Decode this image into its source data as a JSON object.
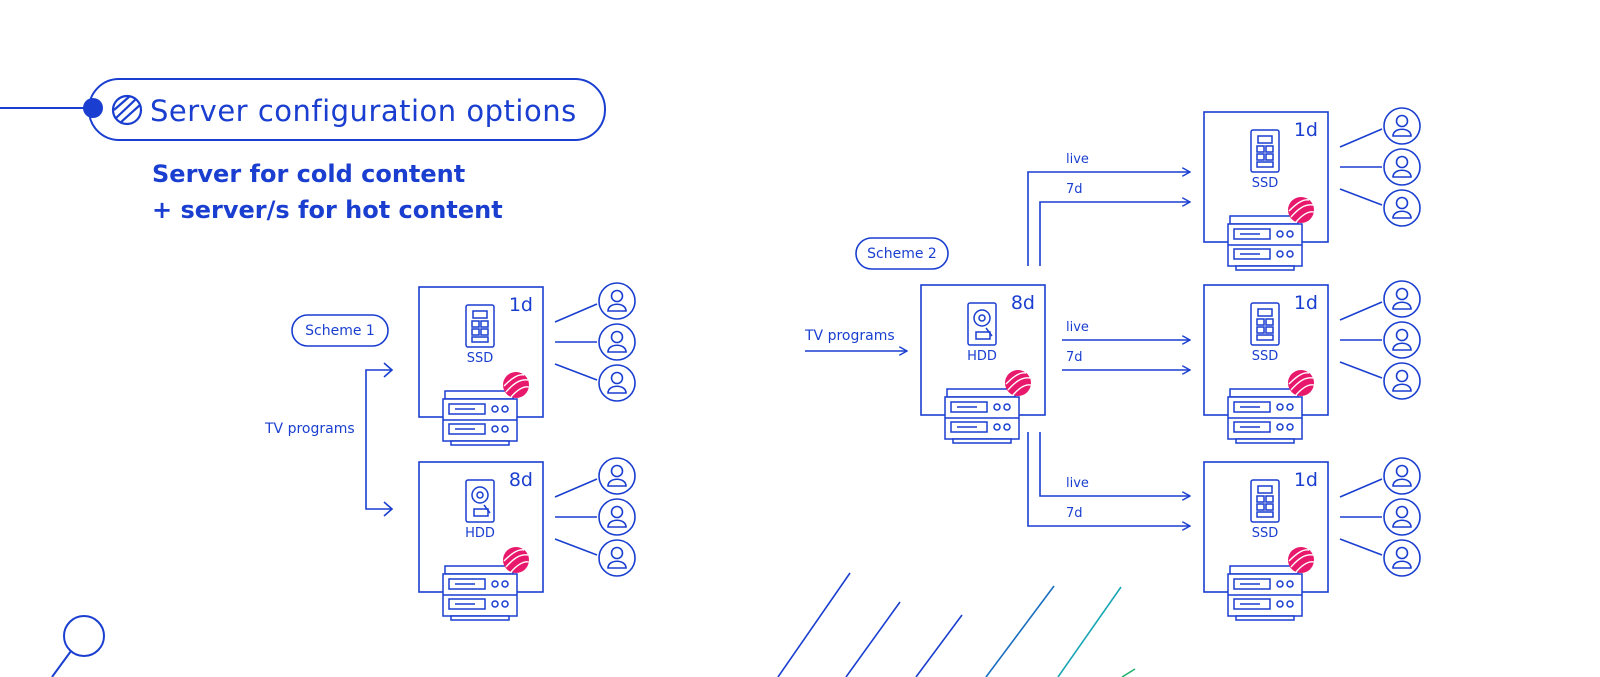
{
  "header": {
    "title": "Server configuration options",
    "subtitle_line1": "Server for cold content",
    "subtitle_line2": "+ server/s for hot content"
  },
  "scheme1": {
    "label": "Scheme 1",
    "input_label": "TV programs",
    "servers": [
      {
        "storage": "SSD",
        "retention": "1d",
        "storage_icon": "ssd-icon"
      },
      {
        "storage": "HDD",
        "retention": "8d",
        "storage_icon": "hdd-icon"
      }
    ]
  },
  "scheme2": {
    "label": "Scheme 2",
    "input_label": "TV programs",
    "origin": {
      "storage": "HDD",
      "retention": "8d",
      "storage_icon": "hdd-icon"
    },
    "links": [
      {
        "a": "live",
        "b": "7d"
      },
      {
        "a": "live",
        "b": "7d"
      },
      {
        "a": "live",
        "b": "7d"
      }
    ],
    "edges": [
      {
        "storage": "SSD",
        "retention": "1d",
        "storage_icon": "ssd-icon"
      },
      {
        "storage": "SSD",
        "retention": "1d",
        "storage_icon": "ssd-icon"
      },
      {
        "storage": "SSD",
        "retention": "1d",
        "storage_icon": "ssd-icon"
      }
    ]
  },
  "colors": {
    "primary": "#1a3fd0",
    "accent": "#e8196c",
    "teal": "#1aa6b5",
    "green": "#23b26d"
  }
}
